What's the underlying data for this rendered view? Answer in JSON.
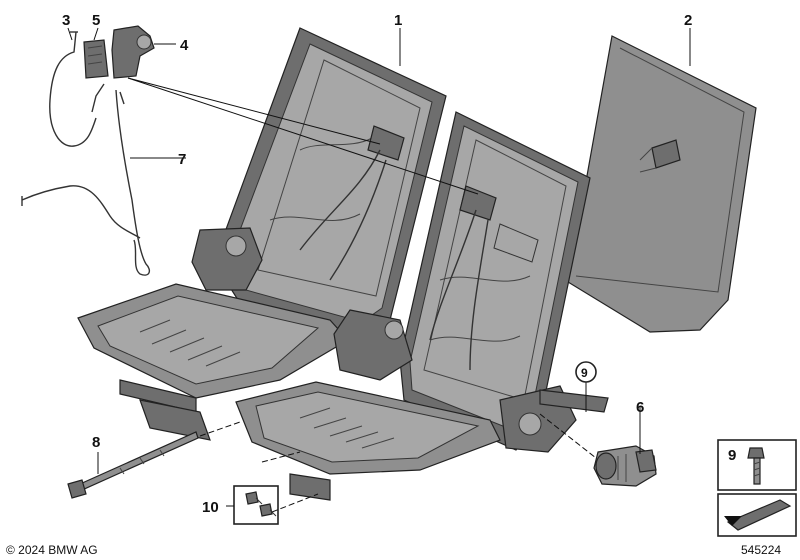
{
  "callouts": {
    "c1": "1",
    "c2": "2",
    "c3": "3",
    "c4": "4",
    "c5": "5",
    "c6": "6",
    "c7": "7",
    "c8": "8",
    "c9": "9",
    "c10": "10",
    "legend9": "9"
  },
  "footer": {
    "copyright": "© 2024 BMW AG",
    "diagram_number": "545224"
  }
}
